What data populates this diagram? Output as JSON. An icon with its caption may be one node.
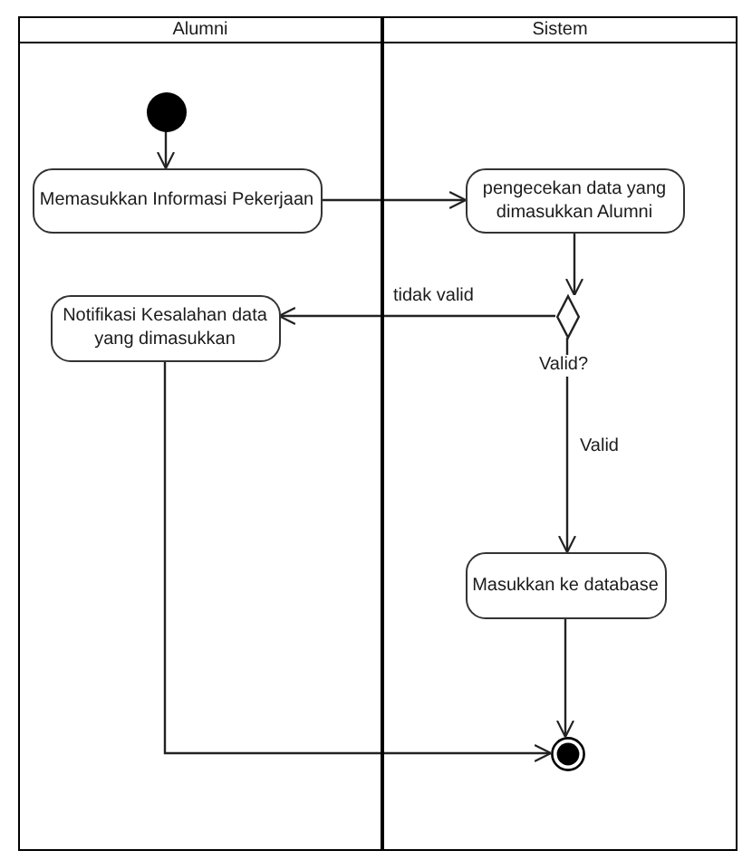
{
  "diagram": {
    "nodes": [
      {
        "text": [
          "Alumni"
        ]
      },
      {
        "text": [
          "Sistem"
        ]
      },
      {
        "text": [],
        "shape": "circle",
        "in": 0
      },
      {
        "text": [
          "Memasukkan Informasi Pekerjaan"
        ],
        "in": 0
      },
      {
        "text": [
          "pengecekan data yang dimasukkan Alumni"
        ],
        "in": 1
      },
      {
        "text": [],
        "shape": "diamond",
        "in": 1,
        "beside": [
          "Valid?"
        ]
      },
      {
        "text": [
          "Notifikasi Kesalahan data yang dimasukkan"
        ],
        "in": 0
      },
      {
        "text": [
          "Masukkan ke database"
        ],
        "in": 1
      },
      {
        "text": [],
        "shape": "bullseye",
        "in": 1
      }
    ],
    "edges": [
      {
        "from": 2,
        "to": 3,
        "arrow": "to"
      },
      {
        "from": 3,
        "to": 4,
        "arrow": "to"
      },
      {
        "from": 4,
        "to": 5,
        "arrow": "to"
      },
      {
        "from": 5,
        "to": 6,
        "arrow": "to",
        "label": "tidak valid"
      },
      {
        "from": 5,
        "to": 7,
        "arrow": "to",
        "label": "Valid"
      },
      {
        "from": 7,
        "to": 8,
        "arrow": "to"
      },
      {
        "from": 6,
        "to": 8,
        "arrow": "to"
      }
    ]
  }
}
